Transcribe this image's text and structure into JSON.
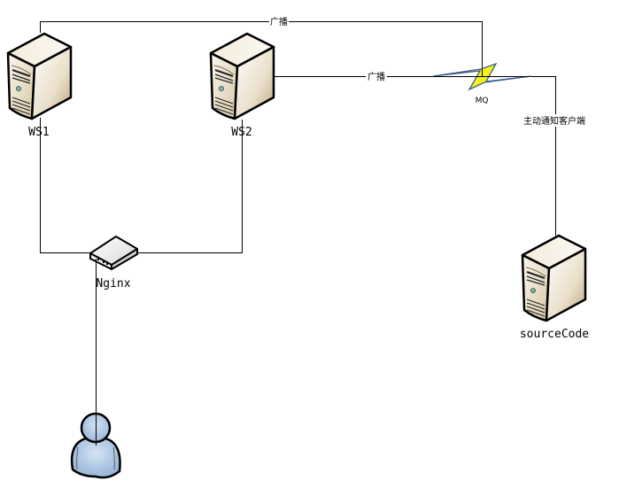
{
  "diagram": {
    "nodes": [
      {
        "id": "ws1",
        "type": "server",
        "label": "WS1"
      },
      {
        "id": "ws2",
        "type": "server",
        "label": "WS2"
      },
      {
        "id": "mq",
        "type": "lightning-bolt",
        "label": "MQ"
      },
      {
        "id": "nginx",
        "type": "router",
        "label": "Nginx"
      },
      {
        "id": "user",
        "type": "user",
        "label": ""
      },
      {
        "id": "sourcecode",
        "type": "server",
        "label": "sourceCode"
      }
    ],
    "edges": [
      {
        "from": "ws1",
        "to": "mq",
        "label": "广播"
      },
      {
        "from": "ws2",
        "to": "mq",
        "label": "广播"
      },
      {
        "from": "mq",
        "to": "sourcecode",
        "label": "主动通知客户端"
      },
      {
        "from": "ws1",
        "to": "nginx",
        "label": ""
      },
      {
        "from": "ws2",
        "to": "nginx",
        "label": ""
      },
      {
        "from": "nginx",
        "to": "user",
        "label": ""
      }
    ],
    "colors": {
      "server_body": "#efe6d6",
      "server_shade": "#b8a482",
      "bolt_fill": "#f6f21a",
      "bolt_stroke": "#3a5f8a",
      "user_fill": "#a9c3e0",
      "line": "#000000"
    }
  }
}
